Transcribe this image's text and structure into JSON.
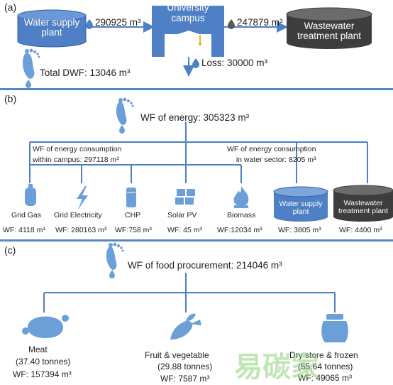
{
  "panels": {
    "a": "(a)",
    "b": "(b)",
    "c": "(c)"
  },
  "a": {
    "water_supply": "Water supply\nplant",
    "flow_in": "290925 m³",
    "campus": "University\ncampus",
    "flow_out": "247879 m³",
    "wastewater": "Wastewater\ntreatment plant",
    "loss": "Loss: 30000 m³",
    "total_dwf": "Total DWF: 13046 m³"
  },
  "b": {
    "wf_energy": "WF of energy: 305323 m³",
    "within_campus": "WF of energy consumption\nwithin campus: 297118 m³",
    "water_sector": "WF of energy consumption\nin water sector: 8205 m³",
    "items": [
      {
        "label": "Grid Gas",
        "wf": "WF: 4118 m³",
        "icon": "gas-cylinder-icon"
      },
      {
        "label": "Grid Electricity",
        "wf": "WF: 280163 m³",
        "icon": "lightning-icon"
      },
      {
        "label": "CHP",
        "wf": "WF:758 m³",
        "icon": "chp-tank-icon"
      },
      {
        "label": "Solar PV",
        "wf": "WF: 45 m³",
        "icon": "solar-panel-icon"
      },
      {
        "label": "Biomass",
        "wf": "WF:12034 m³",
        "icon": "flame-icon"
      }
    ],
    "water_supply": "Water supply\nplant",
    "water_supply_wf": "WF: 3805 m³",
    "wastewater": "Wastewater\ntreatment plant",
    "wastewater_wf": "WF: 4400 m³"
  },
  "c": {
    "wf_food": "WF of food procurement: 214046 m³",
    "meat_label": "Meat",
    "meat_tonnes": "(37.40 tonnes)",
    "meat_wf": "WF: 157394 m³",
    "fruit_label": "Fruit & vegetable",
    "fruit_tonnes": "(29.88 tonnes)",
    "fruit_wf": "WF: 7587 m³",
    "dry_label": "Dry store & frozen",
    "dry_tonnes": "(55.64 tonnes)",
    "dry_wf": "WF: 49065 m³"
  },
  "watermark": "易碳家",
  "colors": {
    "blue": "#4f7fc4",
    "dark": "#3d3d3d",
    "sep": "#5b86c6"
  }
}
